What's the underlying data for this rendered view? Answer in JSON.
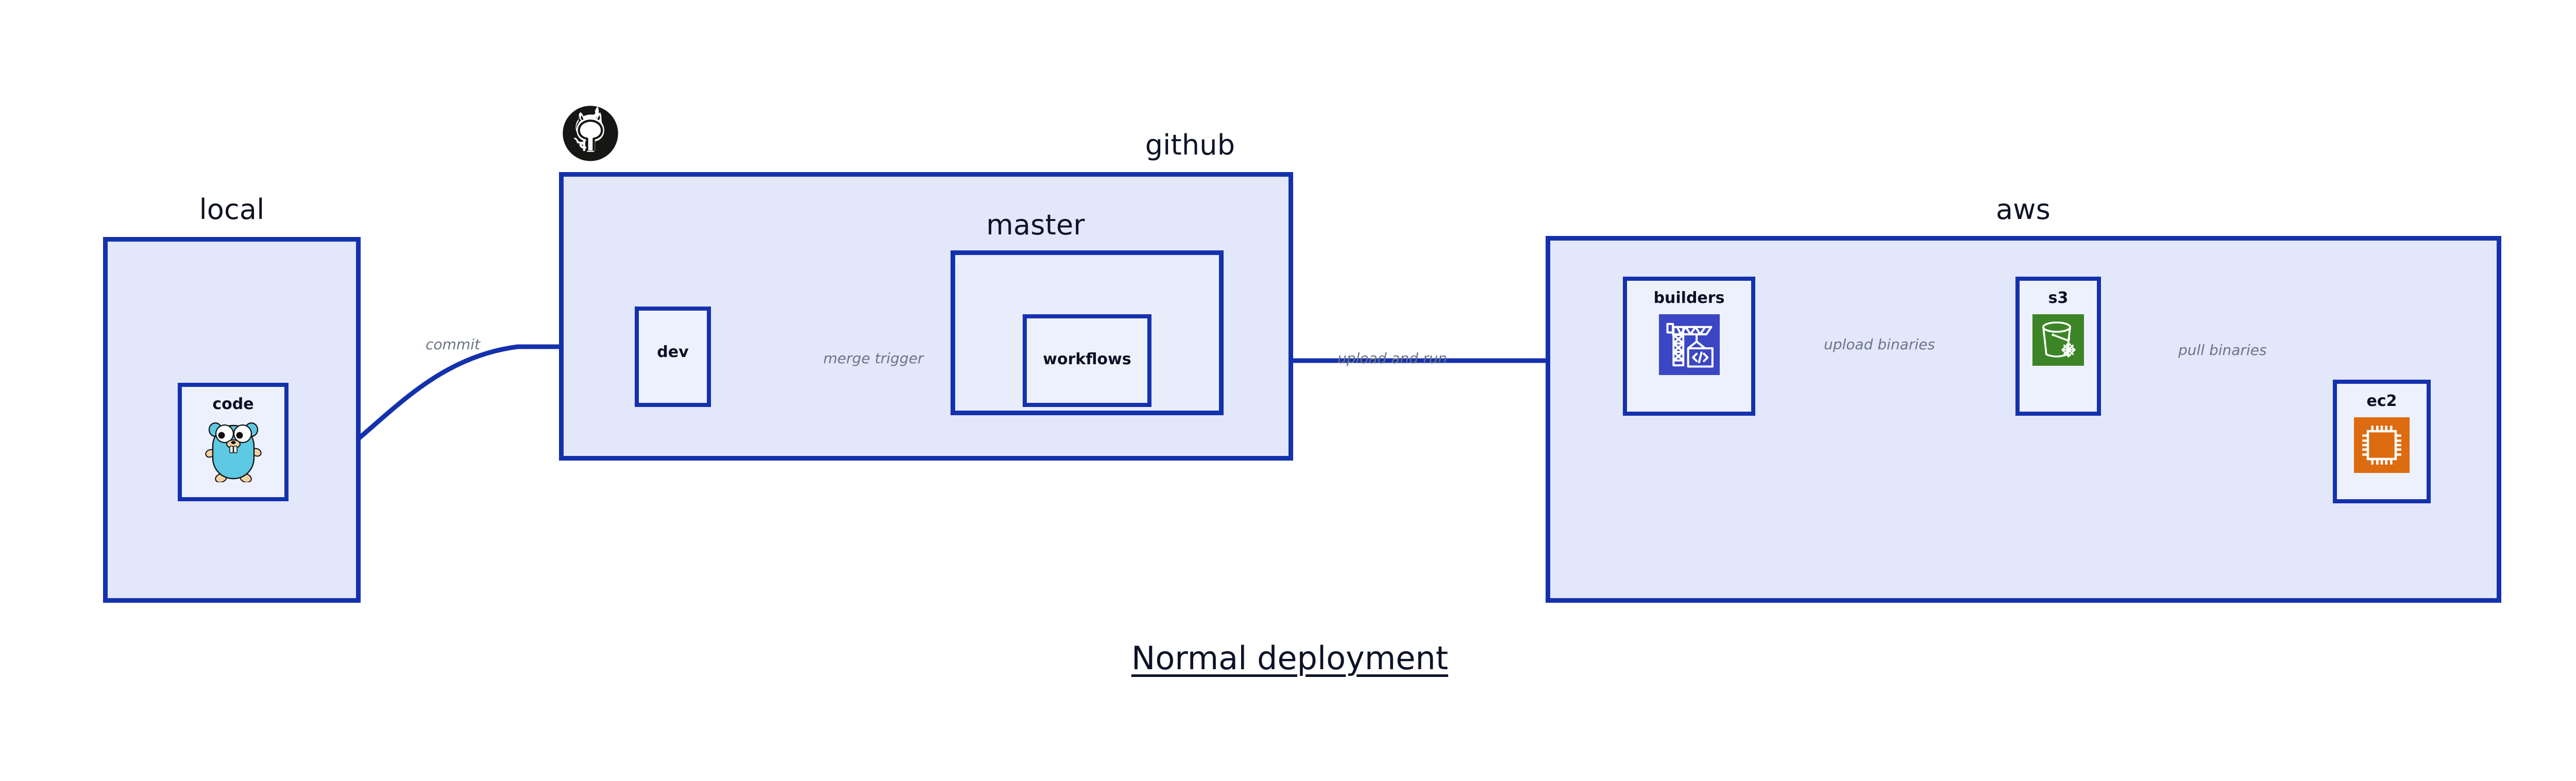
{
  "diagram": {
    "caption": "Normal deployment",
    "accent_border": "#1431ad",
    "group_fill": "#e2e7f9",
    "nested_fill": "#e9edfb",
    "node_fill": "#edf1fd",
    "label_color": "#0e1226",
    "edge_label_color": "#6c7486"
  },
  "groups": {
    "local": {
      "label": "local"
    },
    "github": {
      "label": "github"
    },
    "master": {
      "label": "master"
    },
    "aws": {
      "label": "aws"
    }
  },
  "nodes": {
    "code": {
      "label": "code",
      "icon": "go-gopher-icon"
    },
    "dev": {
      "label": "dev",
      "icon": "none"
    },
    "workflows": {
      "label": "workflows",
      "icon": "none"
    },
    "builders": {
      "label": "builders",
      "icon": "crane-code-icon",
      "icon_color": "#3b46c4"
    },
    "s3": {
      "label": "s3",
      "icon": "s3-bucket-icon",
      "icon_color": "#3c8527"
    },
    "ec2": {
      "label": "ec2",
      "icon": "cpu-chip-icon",
      "icon_color": "#dd6b10"
    }
  },
  "edges": [
    {
      "id": "code-to-dev",
      "label": "commit"
    },
    {
      "id": "dev-to-workflows",
      "label": "merge trigger"
    },
    {
      "id": "workflows-to-builders",
      "label": "upload and run"
    },
    {
      "id": "builders-to-s3",
      "label": "upload binaries"
    },
    {
      "id": "s3-to-ec2",
      "label": "pull binaries"
    }
  ],
  "logos": {
    "github": "github-octocat-icon"
  }
}
